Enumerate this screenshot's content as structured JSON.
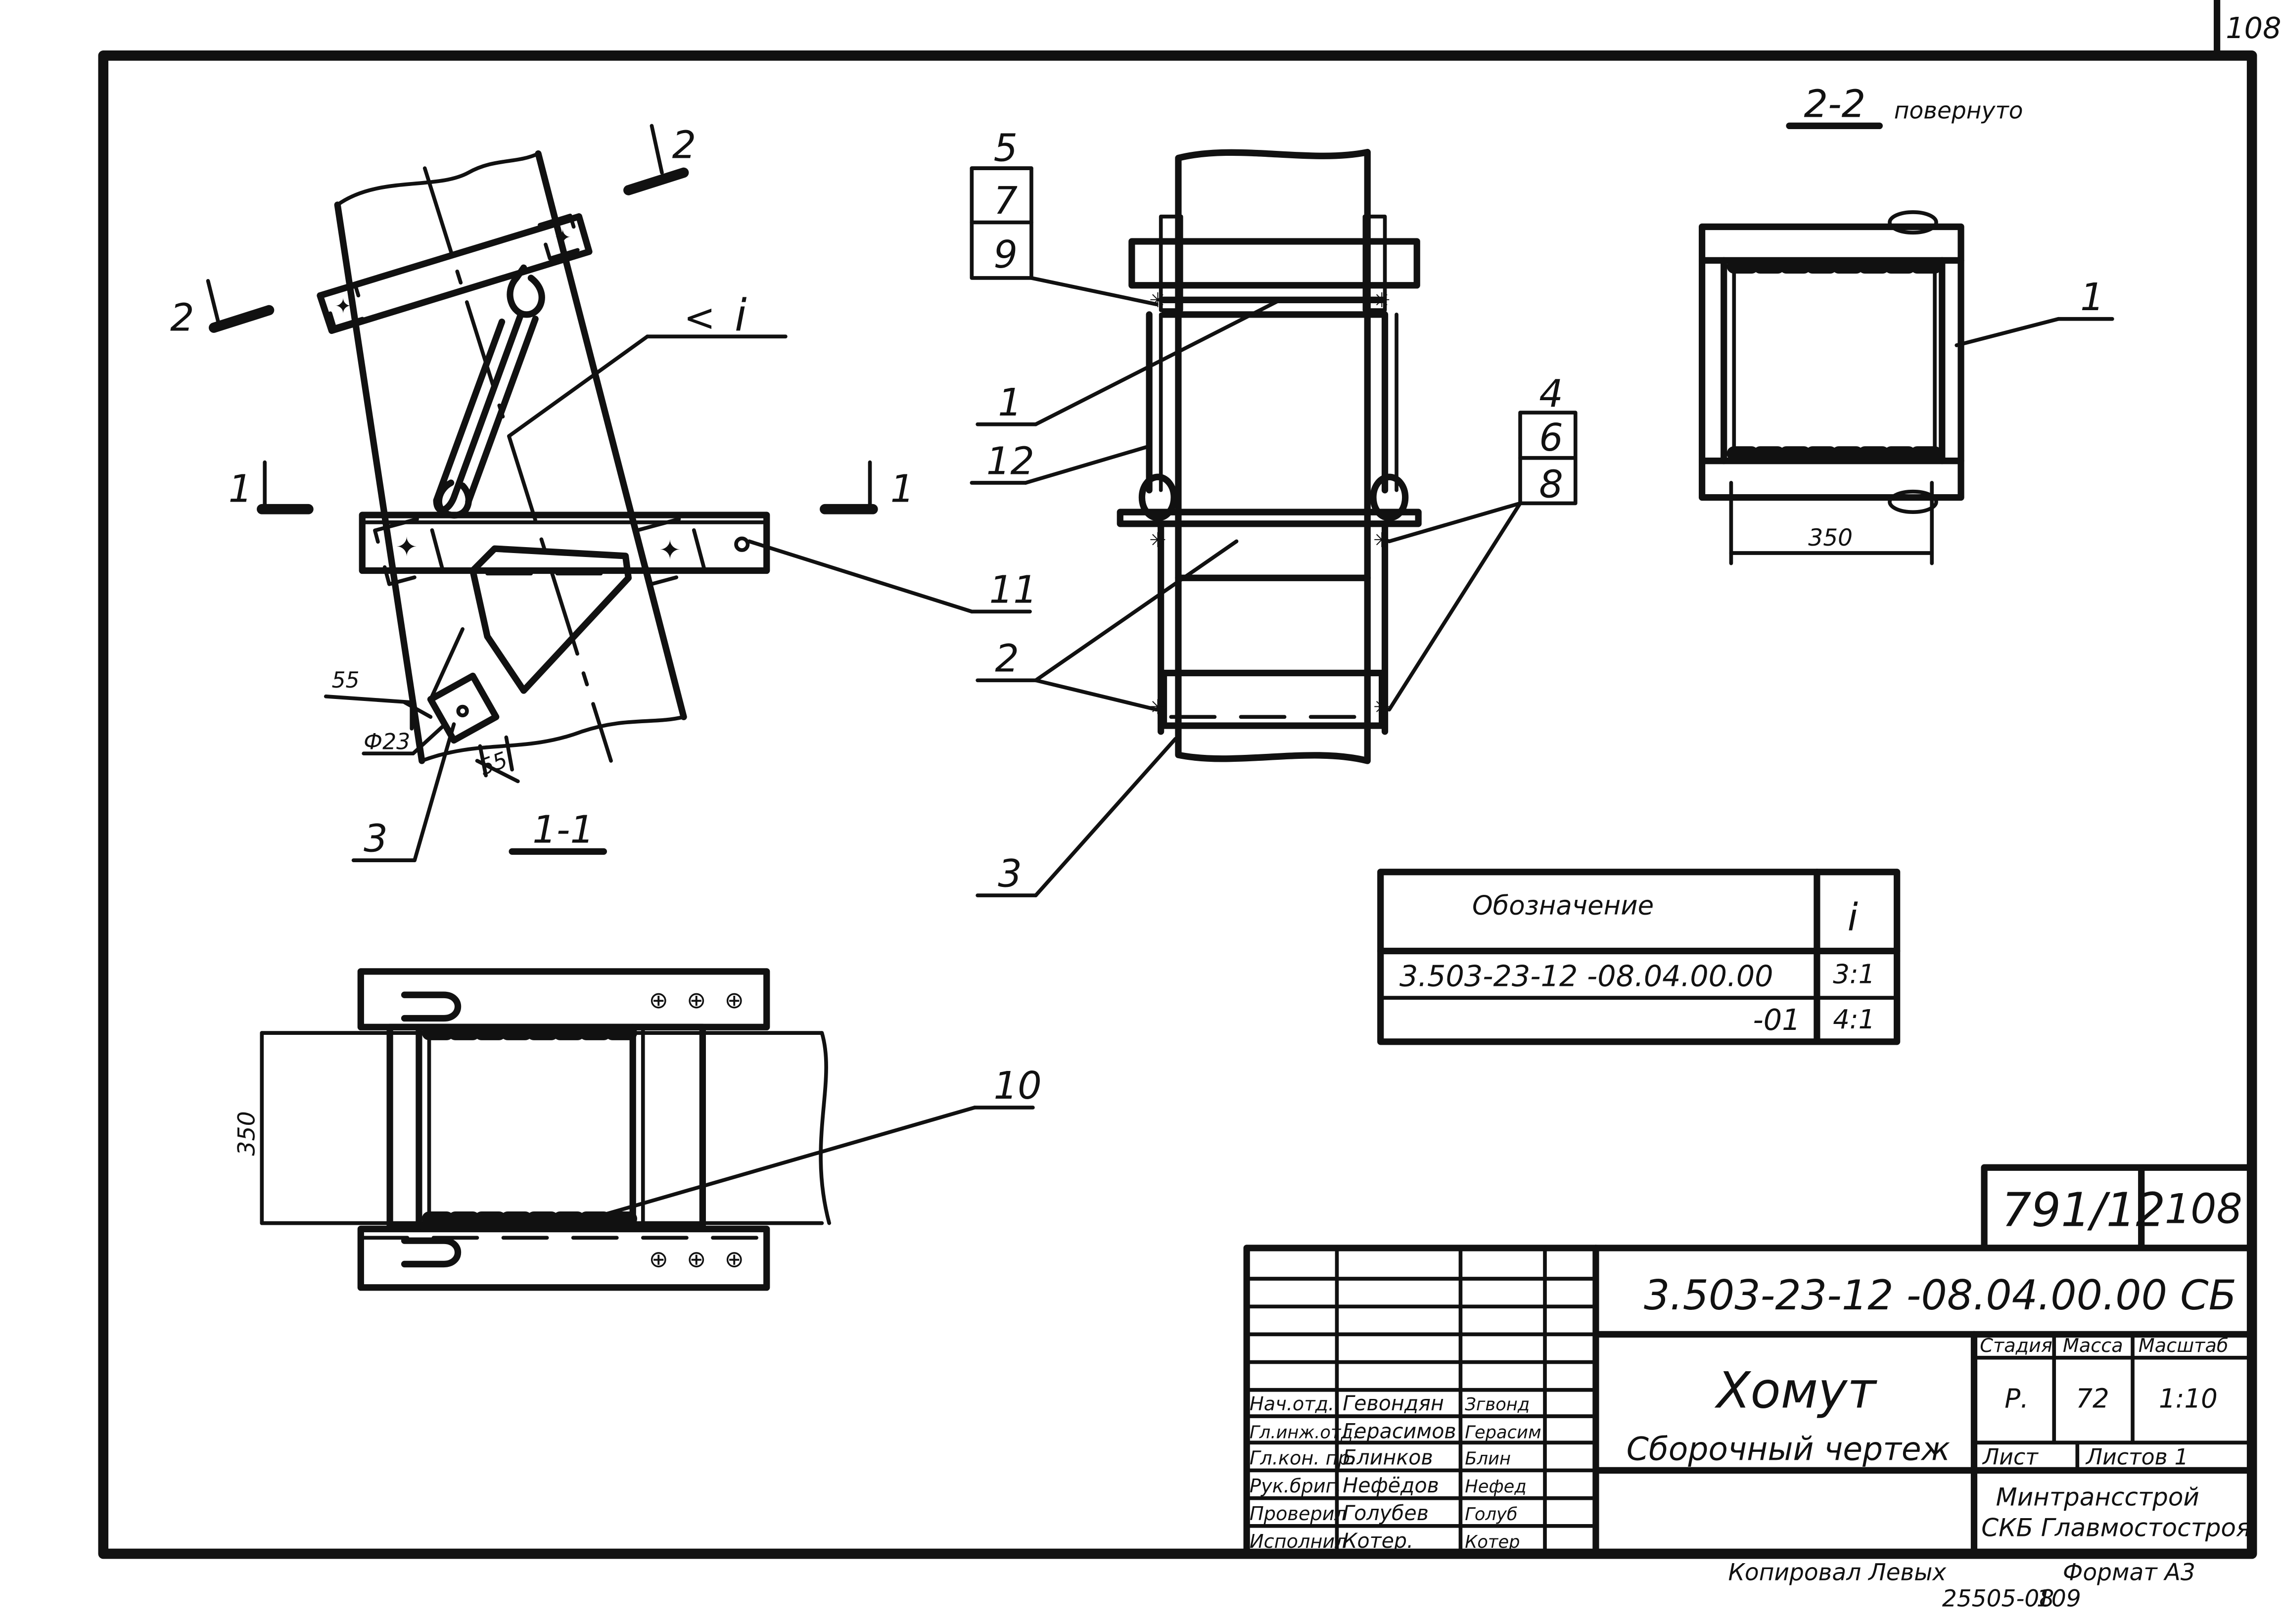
{
  "sheet_corner_number": "108",
  "views": {
    "section_1_1": {
      "label": "1-1"
    },
    "section_2_2": {
      "label": "2-2",
      "note": "повернуто",
      "dim_350": "350"
    },
    "cut_2_left": "2",
    "cut_2_top": "2",
    "cut_1_left": "1",
    "cut_1_right": "1",
    "slope_label": "i",
    "dim_55_top": "55",
    "dim_55_bottom": "55",
    "dim_dia": "Ф23",
    "plan_dim_350": "350"
  },
  "callouts": {
    "left_11": "11",
    "left_3": "3",
    "front_5": "5",
    "front_7": "7",
    "front_9": "9",
    "front_1": "1",
    "front_12": "12",
    "front_2": "2",
    "front_3": "3",
    "front_4": "4",
    "front_6": "6",
    "front_8": "8",
    "right_1": "1",
    "plan_10": "10"
  },
  "spec_table": {
    "col_designation": "Обозначение",
    "col_i": "i",
    "rows": [
      {
        "designation": "3.503-23-12  -08.04.00.00",
        "i": "3:1"
      },
      {
        "designation": "-01",
        "i": "4:1"
      }
    ]
  },
  "title_block": {
    "drawing_number": "791/12",
    "sheet_number": "108",
    "document_code": "3.503-23-12  -08.04.00.00 СБ",
    "name": "Хомут",
    "doc_type": "Сборочный  чертеж",
    "stage_label": "Стадия",
    "mass_label": "Масса",
    "scale_label": "Масштаб",
    "stage": "Р.",
    "mass": "72",
    "scale": "1:10",
    "sheet_label": "Лист",
    "sheets_label": "Листов 1",
    "org_line1": "Минтрансстрой",
    "org_line2": "СКБ Главмостостроя",
    "signatures": [
      {
        "role": "Нач.отд.",
        "name": "Гевондян",
        "sign": "Згвонд"
      },
      {
        "role": "Гл.инж.отд.",
        "name": "Герасимов",
        "sign": "Герасим"
      },
      {
        "role": "Гл.кон. пр.",
        "name": "Блинков",
        "sign": "Блин"
      },
      {
        "role": "Рук.бриг.",
        "name": "Нефёдов",
        "sign": "Нефед"
      },
      {
        "role": "Проверил",
        "name": "Голубев",
        "sign": "Голуб"
      },
      {
        "role": "Исполнил",
        "name": "Котер.",
        "sign": "Котер"
      }
    ]
  },
  "footer": {
    "copied": "Копировал  Левых",
    "format": "Формат А3",
    "stamp_code": "25505-08",
    "stamp_page": "109"
  }
}
